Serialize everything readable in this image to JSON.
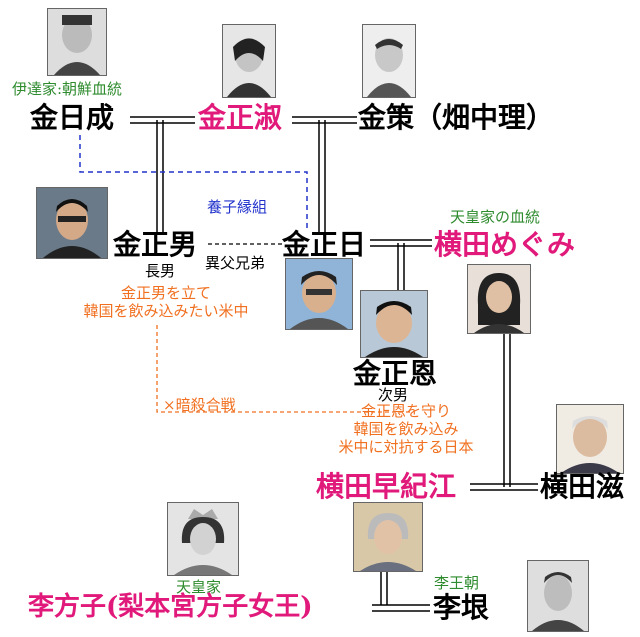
{
  "people": {
    "kim_il_sung": "金日成",
    "kim_jong_suk": "金正淑",
    "kim_chaek": "金策（畑中理）",
    "kim_jong_nam": "金正男",
    "kim_jong_il": "金正日",
    "megumi": "横田めぐみ",
    "kim_jong_un": "金正恩",
    "sakie": "横田早紀江",
    "shigeru": "横田滋",
    "masako": "李方子(梨本宮方子女王)",
    "yi_un": "李垠"
  },
  "labels": {
    "date_lineage": "伊達家:朝鮮血統",
    "adoption": "養子縁組",
    "imperial_lineage": "天皇家の血統",
    "eldest_son": "長男",
    "half_brothers": "異父兄弟",
    "second_son": "次男",
    "us_china_line1": "金正男を立て",
    "us_china_line2": "韓国を飲み込みたい米中",
    "assassination": "×暗殺合戦",
    "japan_line1": "金正恩を守り",
    "japan_line2": "韓国を飲み込み",
    "japan_line3": "米中に対抗する日本",
    "imperial_family": "天皇家",
    "yi_dynasty": "李王朝"
  },
  "icons": [
    "photo-kim-il-sung",
    "photo-kim-jong-suk",
    "photo-kim-chaek",
    "photo-kim-jong-nam",
    "photo-kim-jong-il",
    "photo-kim-jong-un",
    "photo-megumi",
    "photo-shigeru",
    "photo-masako",
    "photo-sakie",
    "photo-yi-un"
  ],
  "colors": {
    "pink": "#e0197a",
    "green": "#2e8b2e",
    "blue": "#2233cc",
    "orange": "#f07020"
  }
}
